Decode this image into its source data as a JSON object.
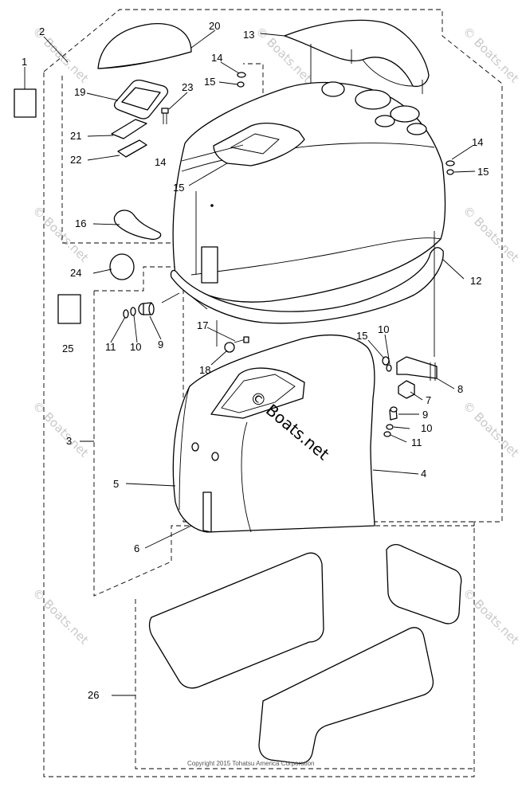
{
  "watermark": "© Boats.net",
  "copyright": "Copyright 2015 Tohatsu America Corporation",
  "callouts": {
    "c1": "1",
    "c2": "2",
    "c3": "3",
    "c4": "4",
    "c5": "5",
    "c6": "6",
    "c7": "7",
    "c8": "8",
    "c9a": "9",
    "c9b": "9",
    "c10a": "10",
    "c10b": "10",
    "c10c": "10",
    "c11a": "11",
    "c11b": "11",
    "c12": "12",
    "c13": "13",
    "c14a": "14",
    "c14b": "14",
    "c14c": "14",
    "c15a": "15",
    "c15b": "15",
    "c15c": "15",
    "c15d": "15",
    "c16": "16",
    "c17": "17",
    "c18": "18",
    "c19": "19",
    "c20": "20",
    "c21": "21",
    "c22": "22",
    "c23": "23",
    "c24": "24",
    "c25": "25",
    "c26": "26"
  }
}
